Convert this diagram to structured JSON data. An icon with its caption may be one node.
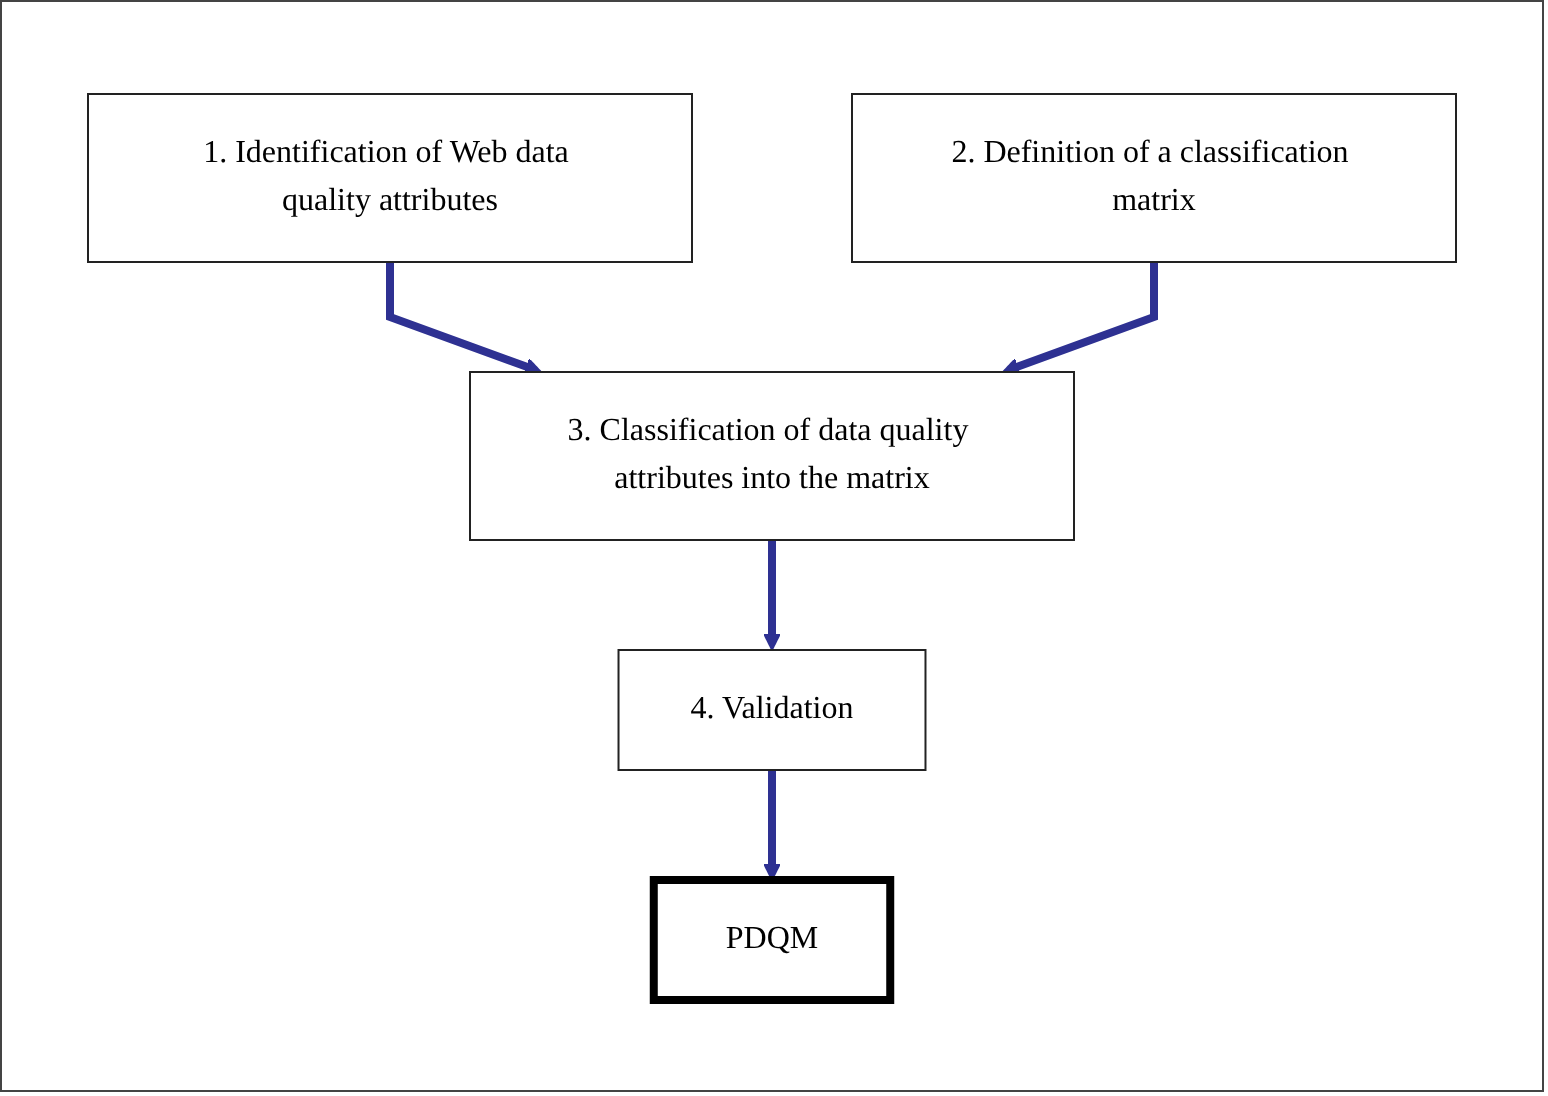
{
  "diagram": {
    "nodes": [
      {
        "text": [
          "1. Identification of Web data quality attributes"
        ]
      },
      {
        "text": [
          "2. Definition of a classification matrix"
        ]
      },
      {
        "text": [
          "3. Classification of data quality attributes into the matrix"
        ]
      },
      {
        "text": [
          "4. Validation"
        ]
      },
      {
        "text": [
          "PDQM"
        ]
      }
    ],
    "edges": [
      {
        "from": 0,
        "to": 2,
        "arrow": "to"
      },
      {
        "from": 1,
        "to": 2,
        "arrow": "to"
      },
      {
        "from": 2,
        "to": 3,
        "arrow": "to"
      },
      {
        "from": 3,
        "to": 4,
        "arrow": "to"
      }
    ]
  }
}
